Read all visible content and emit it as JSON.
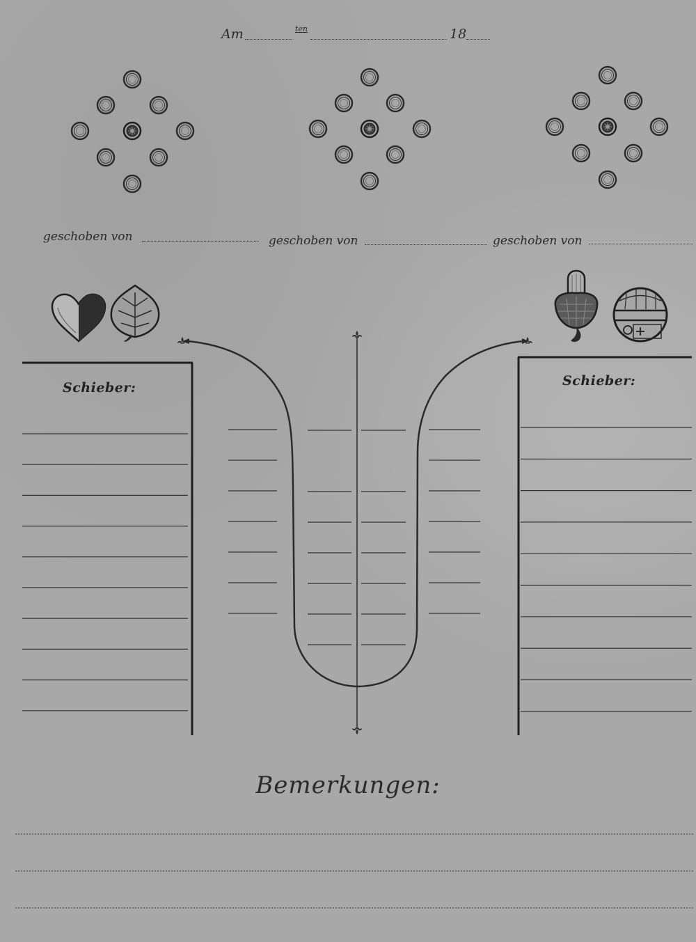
{
  "header": {
    "am_label": "Am",
    "ten_label": "ten",
    "year_label": "18"
  },
  "shift_labels": [
    "geschoben von",
    "geschoben von",
    "geschoben von"
  ],
  "left_column": {
    "title": "Schieber:",
    "line_count": 10
  },
  "right_column": {
    "title": "Schieber:",
    "line_count": 10
  },
  "remarks": {
    "title": "Bemerkungen:",
    "line_count": 3
  },
  "icons": {
    "left": [
      "heart-suit-icon",
      "leaf-suit-icon"
    ],
    "right": [
      "acorn-suit-icon",
      "bell-suit-icon"
    ]
  },
  "colors": {
    "paper": "#a8a8a8",
    "ink": "#2a2a2a"
  }
}
